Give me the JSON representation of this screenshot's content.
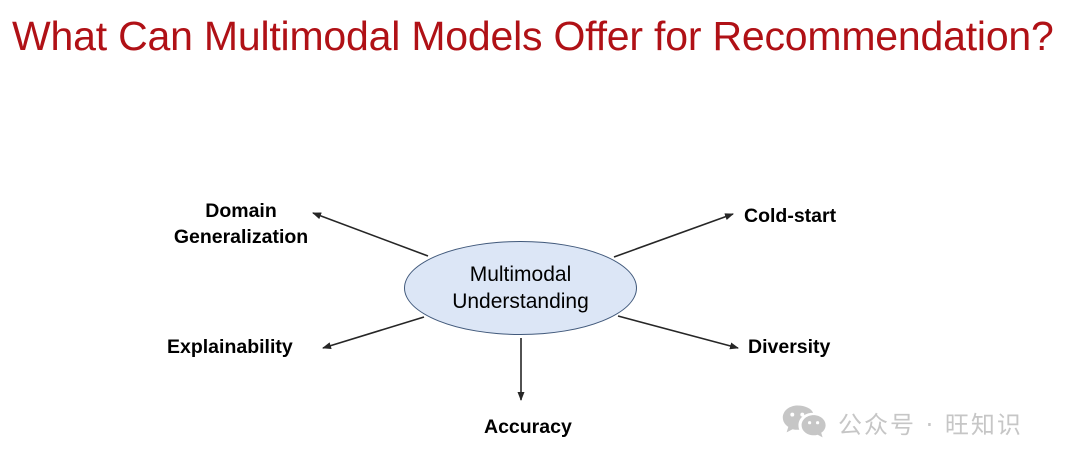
{
  "slide": {
    "title": "What Can Multimodal Models Offer for Recommendation?",
    "title_color": "#B01116",
    "background_color": "#ffffff"
  },
  "diagram": {
    "type": "hub-and-spoke",
    "center": {
      "name": "multimodal-understanding",
      "line1": "Multimodal",
      "line2": "Understanding",
      "fill_color": "#DCE6F6",
      "border_color": "#41597B",
      "shape": "ellipse"
    },
    "spokes": [
      {
        "name": "domain-generalization",
        "line1": "Domain",
        "line2": "Generalization",
        "position": "upper-left",
        "arrow_direction": "outward"
      },
      {
        "name": "cold-start",
        "line1": "Cold-start",
        "position": "upper-right",
        "arrow_direction": "outward"
      },
      {
        "name": "explainability",
        "line1": "Explainability",
        "position": "lower-left",
        "arrow_direction": "outward"
      },
      {
        "name": "diversity",
        "line1": "Diversity",
        "position": "lower-right",
        "arrow_direction": "outward"
      },
      {
        "name": "accuracy",
        "line1": "Accuracy",
        "position": "bottom",
        "arrow_direction": "outward"
      }
    ],
    "arrow_color": "#262626"
  },
  "watermark": {
    "icon": "wechat-icon",
    "text": "公众号 · 旺知识",
    "color": "#C6C6C6"
  }
}
